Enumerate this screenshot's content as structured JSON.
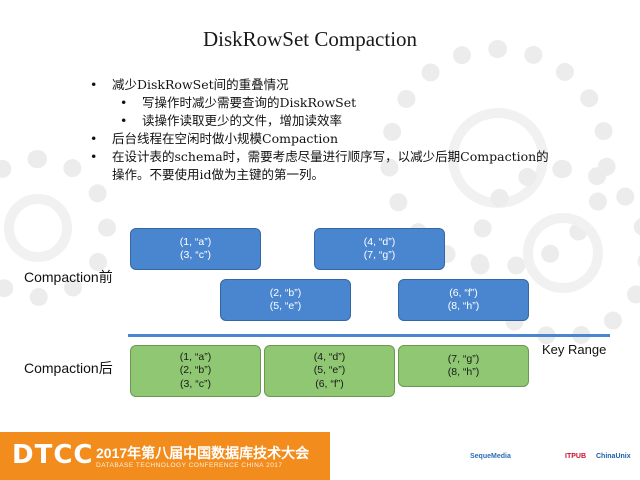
{
  "slide": {
    "title": "DiskRowSet Compaction",
    "bullets": [
      {
        "text": "减少DiskRowSet间的重叠情况",
        "level": 1
      },
      {
        "text": "写操作时减少需要查询的DiskRowSet",
        "level": 2
      },
      {
        "text": "读操作读取更少的文件，增加读效率",
        "level": 2
      },
      {
        "text": "后台线程在空闲时做小规模Compaction",
        "level": 1
      },
      {
        "text": "在设计表的schema时，需要考虑尽量进行顺序写，以减少后期Compaction的操作。不要使用id做为主键的第一列。",
        "level": 1
      }
    ]
  },
  "diagram": {
    "before_label": "Compaction前",
    "after_label": "Compaction后",
    "axis_label": "Key Range",
    "before_boxes": [
      {
        "line1": "(1, “a”)",
        "line2": "(3, “c”)",
        "line3": ""
      },
      {
        "line1": "(4, “d”)",
        "line2": "(7, “g”)",
        "line3": ""
      },
      {
        "line1": "(2, “b”)",
        "line2": "(5, “e”)",
        "line3": ""
      },
      {
        "line1": "(6, “f”)",
        "line2": "(8, “h”)",
        "line3": ""
      }
    ],
    "after_boxes": [
      {
        "line1": "(1, “a”)",
        "line2": "(2, “b”)",
        "line3": "(3, “c”)"
      },
      {
        "line1": "(4, “d”)",
        "line2": "(5, “e”)",
        "line3": "(6, “f”)"
      },
      {
        "line1": "(7, “g”)",
        "line2": "(8, “h”)",
        "line3": ""
      }
    ],
    "colors": {
      "before": "#4a86cf",
      "after": "#8fc773",
      "axis": "#4a86cf"
    }
  },
  "footer": {
    "logo": "DTCC",
    "conference_title": "2017年第八届中国数据库技术大会",
    "conference_subtitle": "DATABASE TECHNOLOGY CONFERENCE CHINA 2017",
    "sponsors": [
      "SequeMedia",
      "ITPUB",
      "ChinaUnix"
    ],
    "accent": "#f28c1c"
  }
}
